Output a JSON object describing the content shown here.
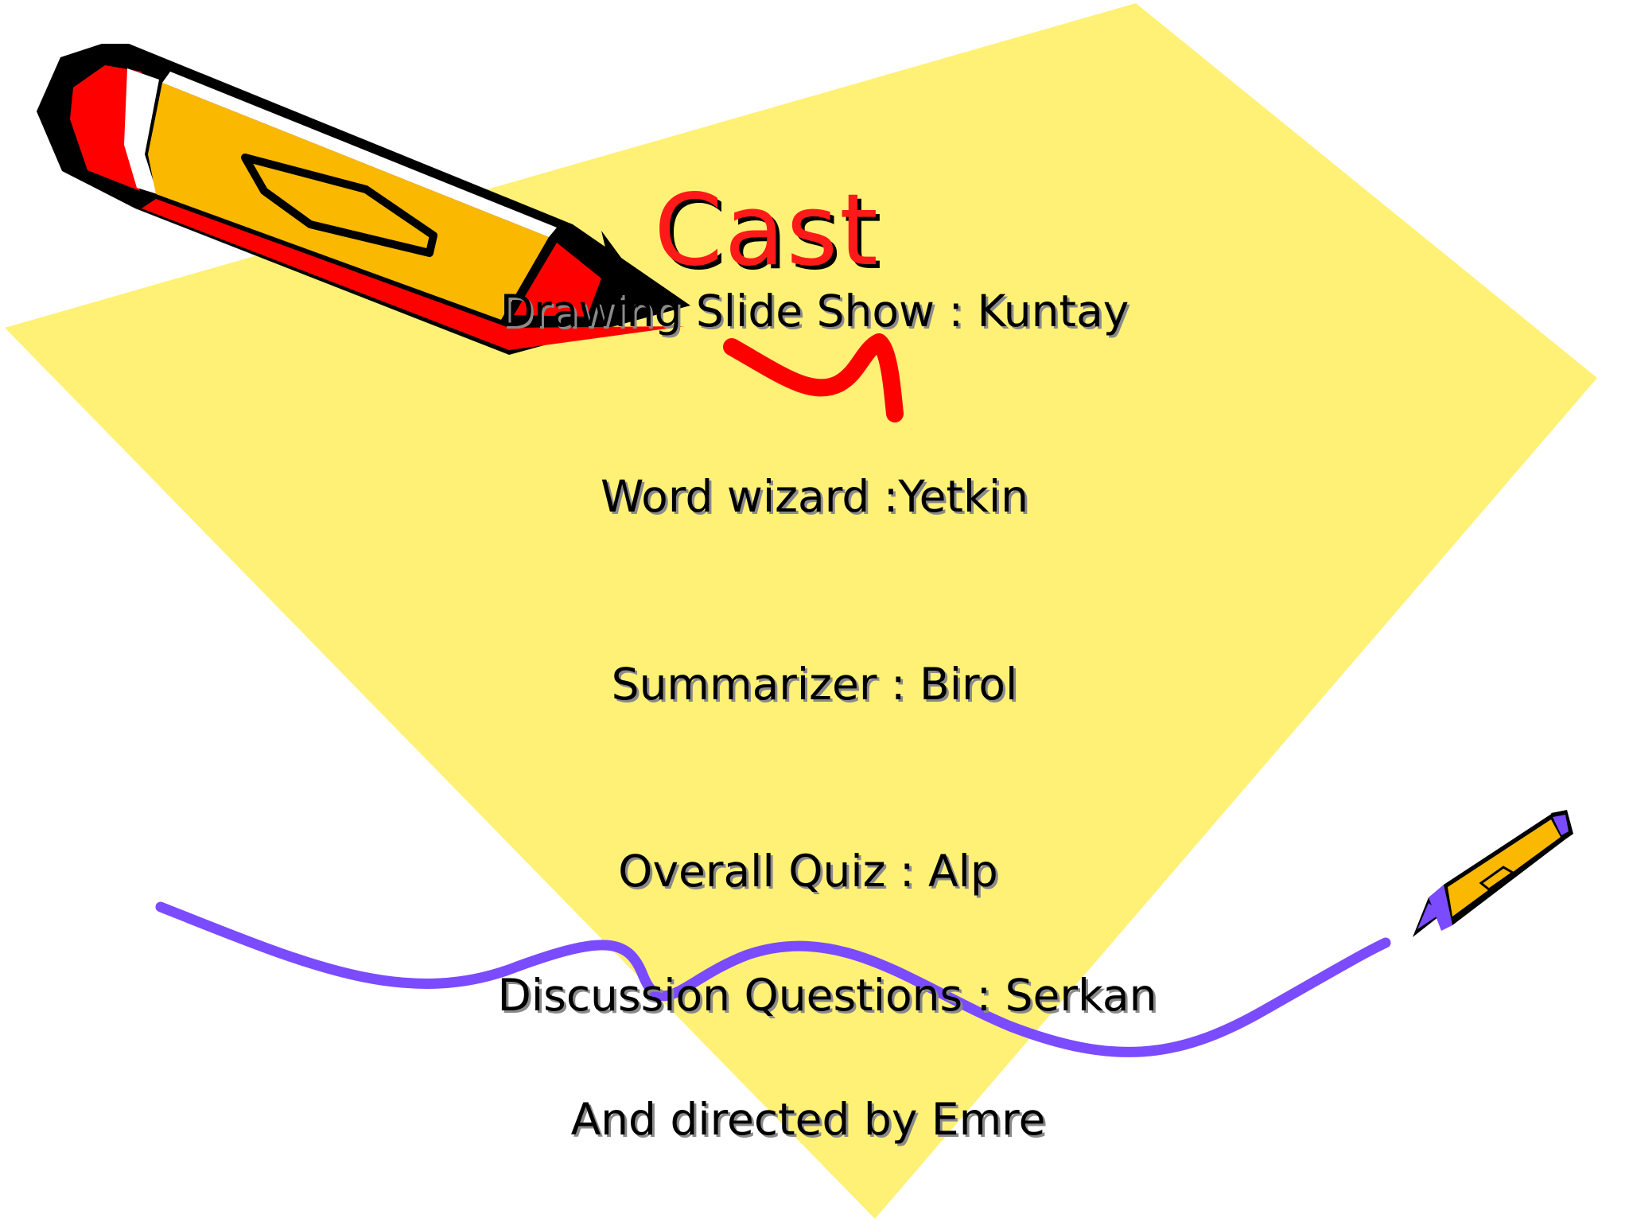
{
  "slide": {
    "title": "Cast",
    "lines": [
      "Drawing Slide Show : Kuntay",
      "Word wizard :Yetkin",
      "Summarizer : Birol",
      "Overall Quiz : Alp",
      "Discussion Questions : Serkan",
      "And directed by Emre"
    ]
  },
  "colors": {
    "background": "#ffffff",
    "diamond": "#fff176",
    "title": "#ff1a1a",
    "pencil_body": "#fbb800",
    "pencil_tip": "#ff0000",
    "squiggle_red": "#ff0000",
    "squiggle_purple": "#7b4bff"
  },
  "icons": {
    "large_pencil": "pencil-icon",
    "small_pencil": "pencil-icon"
  }
}
